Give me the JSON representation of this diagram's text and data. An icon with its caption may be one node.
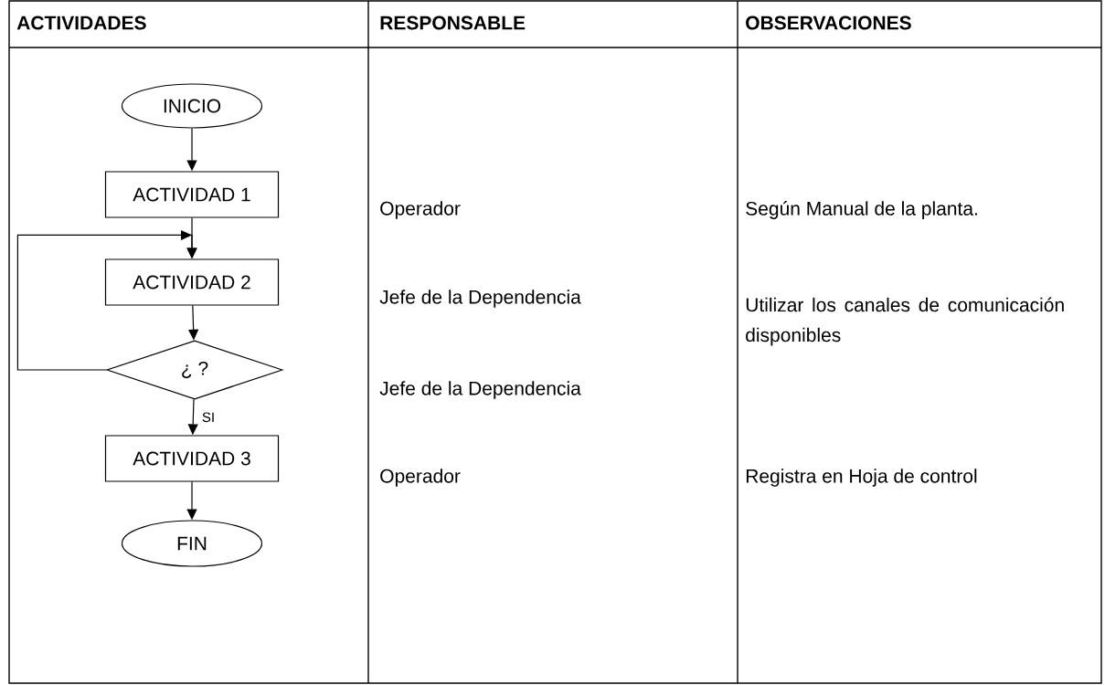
{
  "diagram": {
    "nodes": [
      {
        "text": [
          "INICIO"
        ]
      },
      {
        "text": [
          "ACTIVIDAD 1"
        ]
      },
      {
        "text": [
          "ACTIVIDAD 2"
        ]
      },
      {
        "text": [
          "¿ ?"
        ]
      },
      {
        "text": [
          "ACTIVIDAD 3"
        ]
      },
      {
        "text": [
          "FIN"
        ]
      }
    ],
    "edges": [
      {
        "from": 0,
        "to": 1,
        "arrow": "to"
      },
      {
        "from": 1,
        "to": 2,
        "arrow": "to"
      },
      {
        "from": 2,
        "to": 3,
        "arrow": "to"
      },
      {
        "from": 3,
        "to": 4,
        "arrow": "to",
        "label": "SI"
      },
      {
        "from": 4,
        "to": 5,
        "arrow": "to"
      },
      {
        "from": 3,
        "to": 2,
        "arrow": "to"
      }
    ],
    "labels": [
      "ACTIVIDADES",
      "RESPONSABLE",
      "OBSERVACIONES",
      "Operador",
      "Según Manual de la planta.",
      "Jefe de la Dependencia",
      "Utilizar los canales de comunicación disponibles",
      "Jefe de la Dependencia",
      "Operador",
      "Registra en Hoja de control"
    ]
  }
}
